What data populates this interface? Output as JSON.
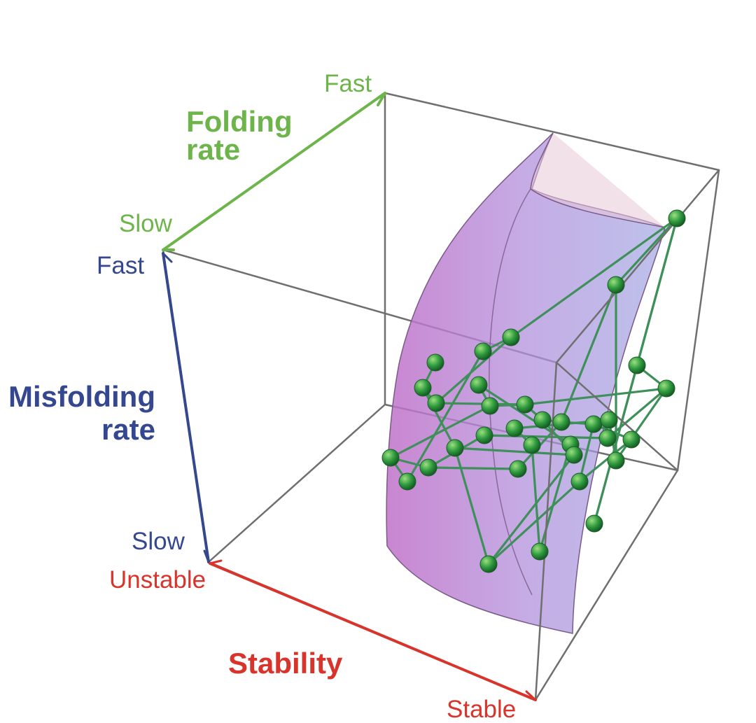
{
  "colors": {
    "folding": "#6db54a",
    "misfolding": "#34478f",
    "stability": "#d8342c",
    "box": "#6f6f6f",
    "surface_fill": "#b48ad8",
    "surface_edge": "#7a5a88",
    "network_line": "#3f8f5a",
    "node": "#3aa04a"
  },
  "axes": {
    "folding_rate": {
      "title_line1": "Folding",
      "title_line2": "rate",
      "low": "Slow",
      "high": "Fast"
    },
    "misfolding_rate": {
      "title_line1": "Misfolding",
      "title_line2": "rate",
      "low": "Slow",
      "high": "Fast"
    },
    "stability": {
      "title": "Stability",
      "low": "Unstable",
      "high": "Stable"
    }
  },
  "network": {
    "node_count": 33
  }
}
